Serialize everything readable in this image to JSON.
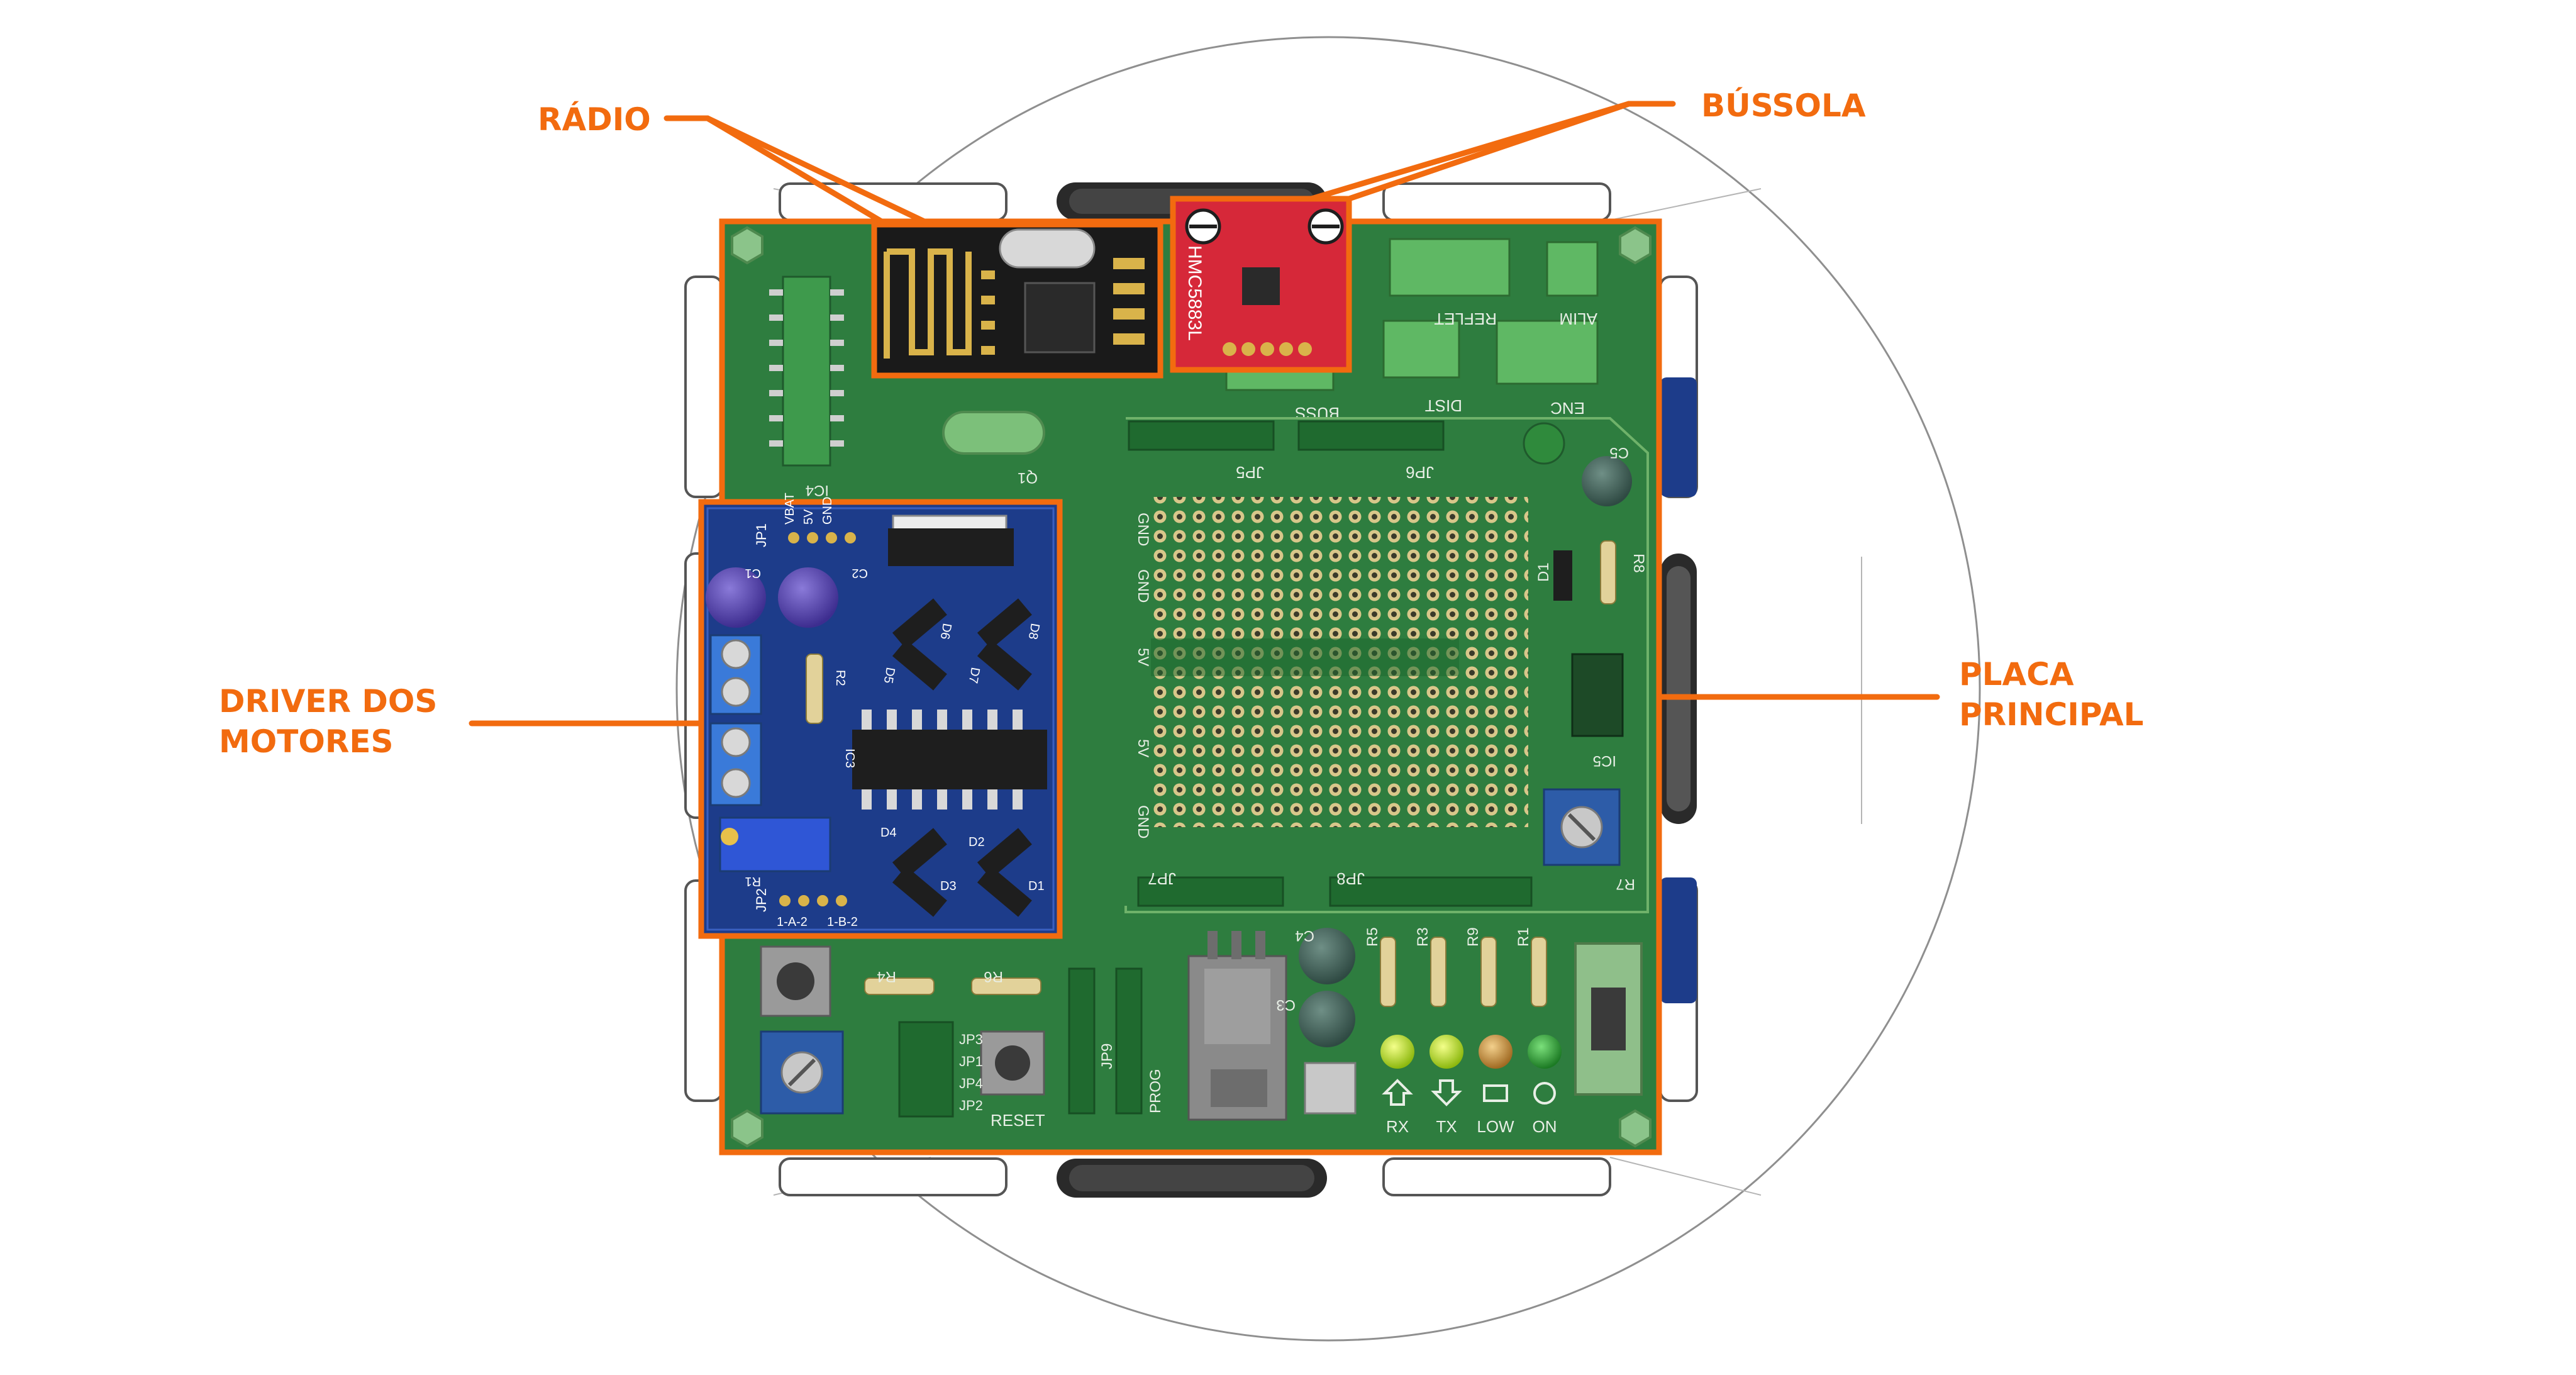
{
  "colors": {
    "accent": "#f26b0f",
    "board_green": "#2e7d3f",
    "board_edge": "#1f5a2c",
    "driver_blue": "#1d3c8a",
    "compass_red": "#d62839",
    "radio_black": "#1a1a1a",
    "silkscreen": "#e8efe6"
  },
  "callouts": {
    "radio": "RÁDIO",
    "compass": "BÚSSOLA",
    "main_board_line1": "PLACA",
    "main_board_line2": "PRINCIPAL",
    "driver_line1": "DRIVER DOS",
    "driver_line2": "MOTORES"
  },
  "silkscreen": {
    "compass_part": "HMC5883L",
    "buss": "BUSS",
    "dist": "DIST",
    "enc": "ENC",
    "reflet": "REFLET",
    "alim": "ALIM",
    "jp5": "JP5",
    "jp6": "JP6",
    "jp7": "JP7",
    "jp8": "JP8",
    "gnd": "GND",
    "v5": "5V",
    "ic4": "IC4",
    "ic5": "IC5",
    "q1": "Q1",
    "c5": "C5",
    "d1": "D1",
    "r8": "R8",
    "r7": "R7",
    "c4": "C4",
    "c3": "C3",
    "r5": "R5",
    "r3": "R3",
    "r9": "R9",
    "r1": "R1",
    "r4": "R4",
    "r6": "R6",
    "jp3": "JP3",
    "jp1": "JP1",
    "jp4": "JP4",
    "jp2": "JP2",
    "jp9": "JP9",
    "prog": "PROG",
    "reset": "RESET",
    "rx": "RX",
    "tx": "TX",
    "low": "LOW",
    "on": "ON"
  },
  "driver_silkscreen": {
    "jp1": "JP1",
    "vbat": "VBAT",
    "v5": "5V",
    "gnd": "GND",
    "c1": "C1",
    "c2": "C2",
    "r2": "R2",
    "d5": "D5",
    "d6": "D6",
    "d7": "D7",
    "d8": "D8",
    "ic3": "IC3",
    "d4": "D4",
    "d3": "D3",
    "d2": "D2",
    "d1": "D1",
    "jp2": "JP2",
    "a2": "1-A-2",
    "b2": "1-B-2",
    "r1": "R1"
  }
}
